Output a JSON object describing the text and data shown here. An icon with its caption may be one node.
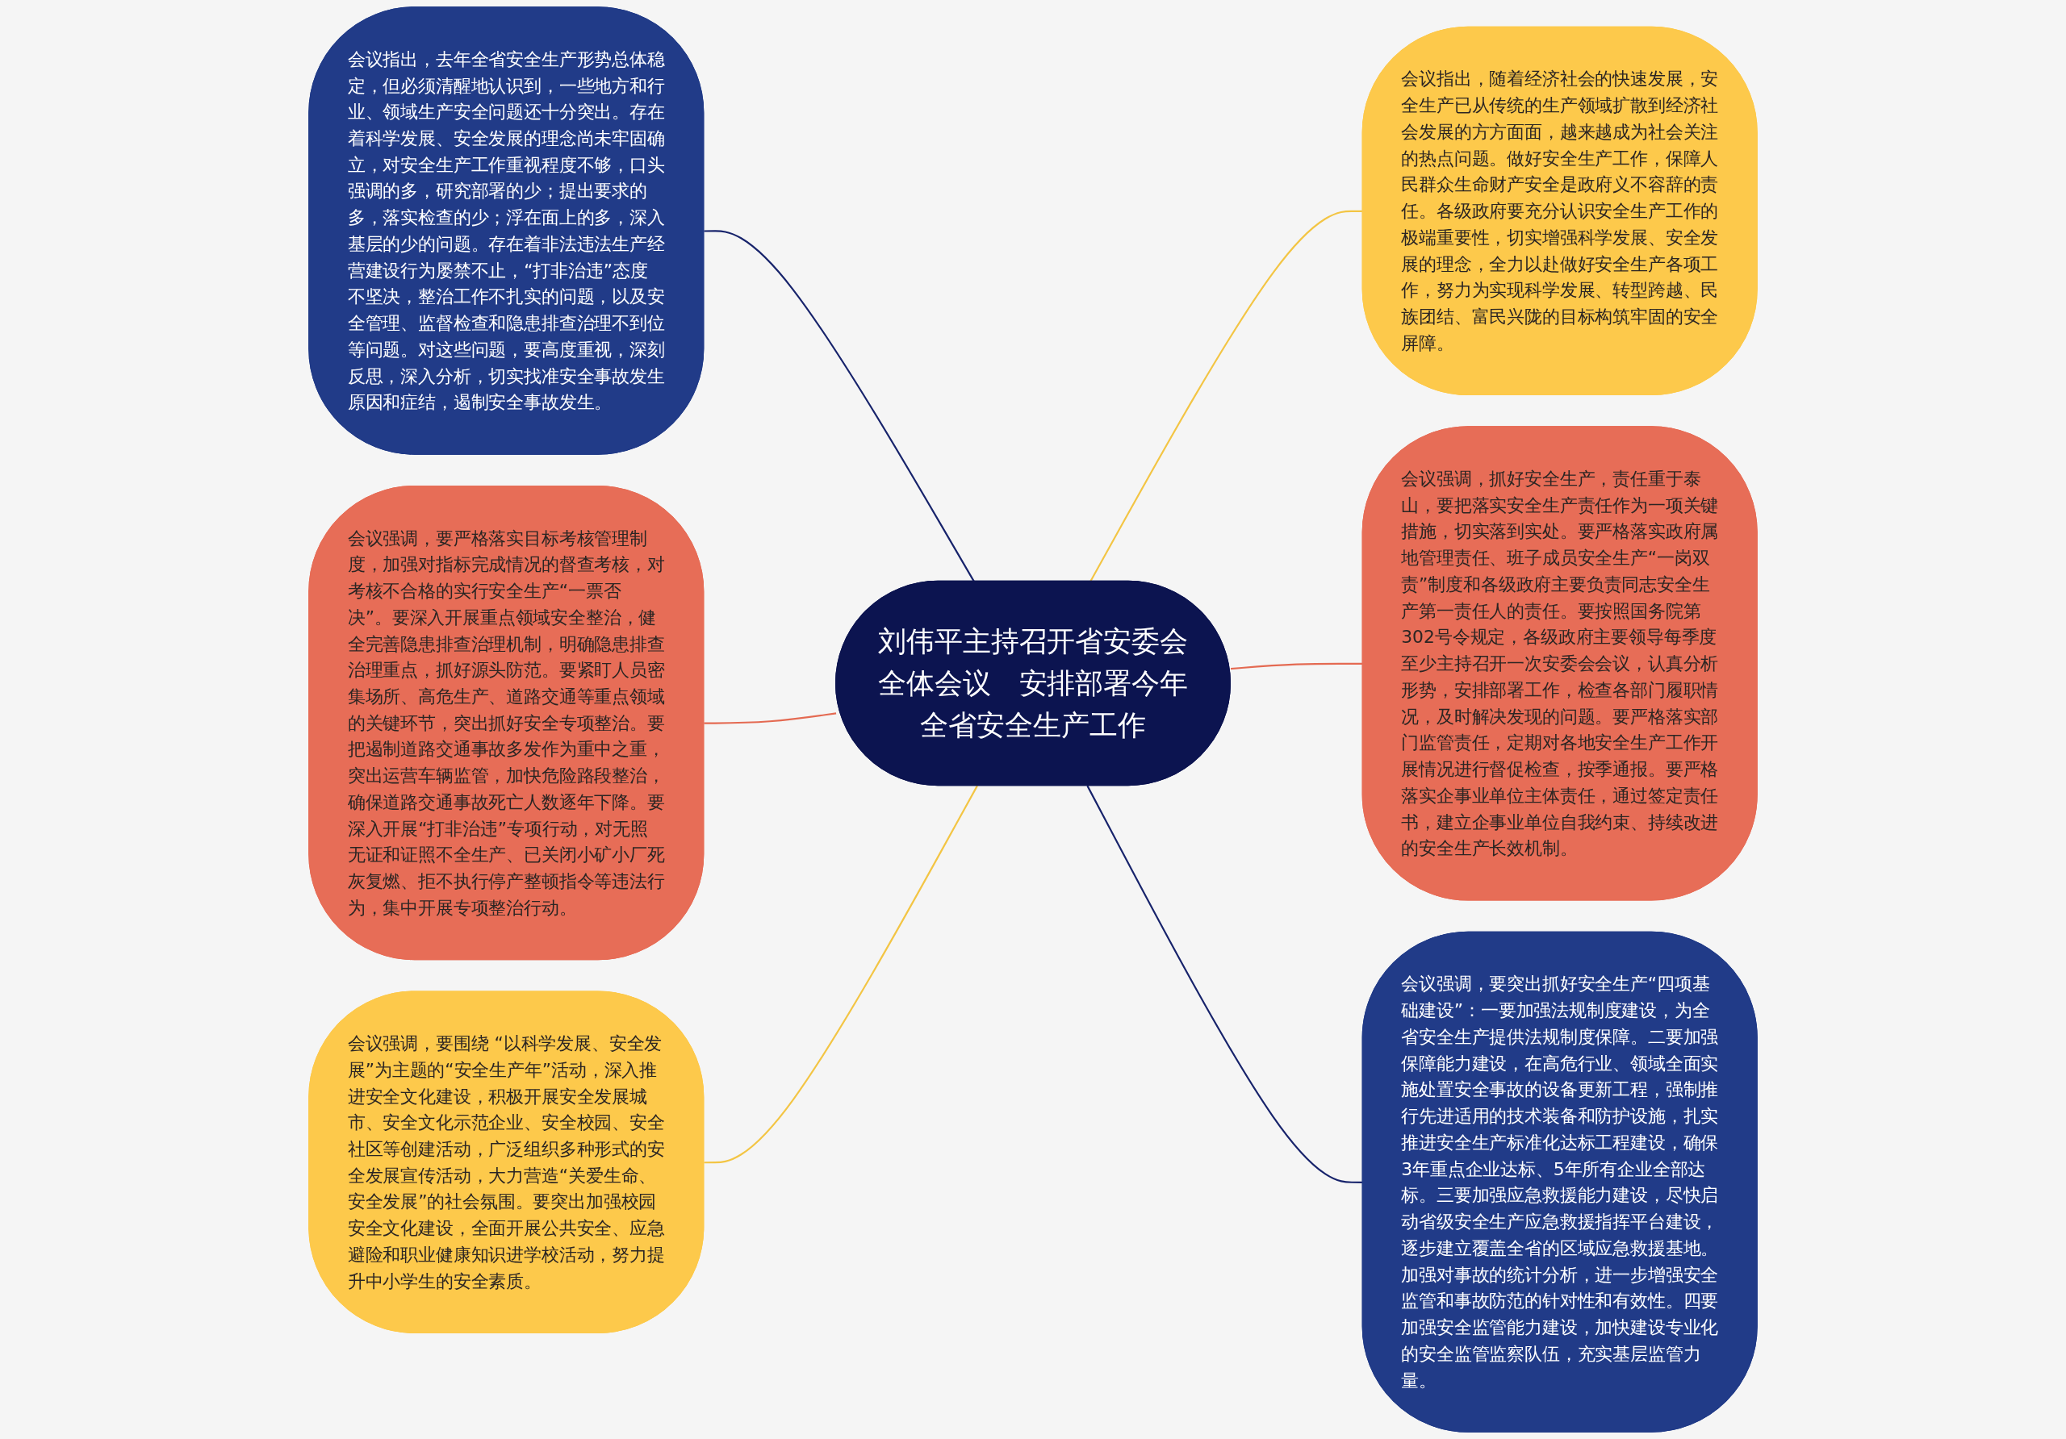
{
  "diagram": {
    "nodes": [
      {
        "text": [
          "刘伟平主持召开省安委会全体会议　安排部署今年全省安全生产工作"
        ]
      },
      {
        "text": [
          "会议指出，去年全省安全生产形势总体稳定，但必须清醒地认识到，一些地方和行业、领域生产安全问题还十分突出。存在着科学发展、安全发展的理念尚未牢固确立，对安全生产工作重视程度不够，口头强调的多，研究部署的少；提出要求的多，落实检查的少；浮在面上的多，深入基层的少的问题。存在着非法违法生产经营建设行为屡禁不止，“打非治违”态度不坚决，整治工作不扎实的问题，以及安全管理、监督检查和隐患排查治理不到位等问题。对这些问题，要高度重视，深刻反思，深入分析，切实找准安全事故发生原因和症结，遏制安全事故发生。"
        ]
      },
      {
        "text": [
          "会议强调，要严格落实目标考核管理制度，加强对指标完成情况的督查考核，对考核不合格的实行安全生产“一票否决”。要深入开展重点领域安全整治，健全完善隐患排查治理机制，明确隐患排查治理重点，抓好源头防范。要紧盯人员密集场所、高危生产、道路交通等重点领域的关键环节，突出抓好安全专项整治。要把遏制道路交通事故多发作为重中之重，突出运营车辆监管，加快危险路段整治，确保道路交通事故死亡人数逐年下降。要深入开展“打非治违”专项行动，对无照无证和证照不全生产、已关闭小矿小厂死灰复燃、拒不执行停产整顿指令等违法行为，集中开展专项整治行动。"
        ]
      },
      {
        "text": [
          "会议强调，要围绕 “以科学发展、安全发展”为主题的“安全生产年”活动，深入推进安全文化建设，积极开展安全发展城市、安全文化示范企业、安全校园、安全社区等创建活动，广泛组织多种形式的安全发展宣传活动，大力营造“关爱生命、安全发展”的社会氛围。要突出加强校园安全文化建设，全面开展公共安全、应急避险和职业健康知识进学校活动，努力提升中小学生的安全素质。"
        ]
      },
      {
        "text": [
          "会议指出，随着经济社会的快速发展，安全生产已从传统的生产领域扩散到经济社会发展的方方面面，越来越成为社会关注的热点问题。做好安全生产工作，保障人民群众生命财产安全是政府义不容辞的责任。各级政府要充分认识安全生产工作的极端重要性，切实增强科学发展、安全发展的理念，全力以赴做好安全生产各项工作，努力为实现科学发展、转型跨越、民族团结、富民兴陇的目标构筑牢固的安全屏障。"
        ]
      },
      {
        "text": [
          "会议强调，抓好安全生产，责任重于泰山，要把落实安全生产责任作为一项关键措施，切实落到实处。要严格落实政府属地管理责任、班子成员安全生产“一岗双责”制度和各级政府主要负责同志安全生产第一责任人的责任。要按照国务院第302号令规定，各级政府主要领导每季度至少主持召开一次安委会会议，认真分析形势，安排部署工作，检查各部门履职情况，及时解决发现的问题。要严格落实部门监管责任，定期对各地安全生产工作开展情况进行督促检查，按季通报。要严格落实企事业单位主体责任，通过签定责任书，建立企事业单位自我约束、持续改进的安全生产长效机制。"
        ]
      },
      {
        "text": [
          "会议强调，要突出抓好安全生产“四项基础建设”：一要加强法规制度建设，为全省安全生产提供法规制度保障。二要加强保障能力建设，在高危行业、领域全面实施处置安全事故的设备更新工程，强制推行先进适用的技术装备和防护设施，扎实推进安全生产标准化达标工程建设，确保3年重点企业达标、5年所有企业全部达标。三要加强应急救援能力建设，尽快启动省级安全生产应急救援指挥平台建设，逐步建立覆盖全省的区域应急救援基地。加强对事故的统计分析，进一步增强安全监管和事故防范的针对性和有效性。四要加强安全监管能力建设，加快建设专业化的安全监管监察队伍，充实基层监管力量。"
        ]
      }
    ],
    "edges": [
      {
        "from": 1,
        "to": 0,
        "arrow": "none",
        "color": "#17236b"
      },
      {
        "from": 2,
        "to": 0,
        "arrow": "none",
        "color": "#e46a52"
      },
      {
        "from": 3,
        "to": 0,
        "arrow": "none",
        "color": "#f3c544"
      },
      {
        "from": 0,
        "to": 4,
        "arrow": "none",
        "color": "#f3c544"
      },
      {
        "from": 0,
        "to": 5,
        "arrow": "none",
        "color": "#e46a52"
      },
      {
        "from": 0,
        "to": 6,
        "arrow": "none",
        "color": "#17236b"
      }
    ]
  }
}
